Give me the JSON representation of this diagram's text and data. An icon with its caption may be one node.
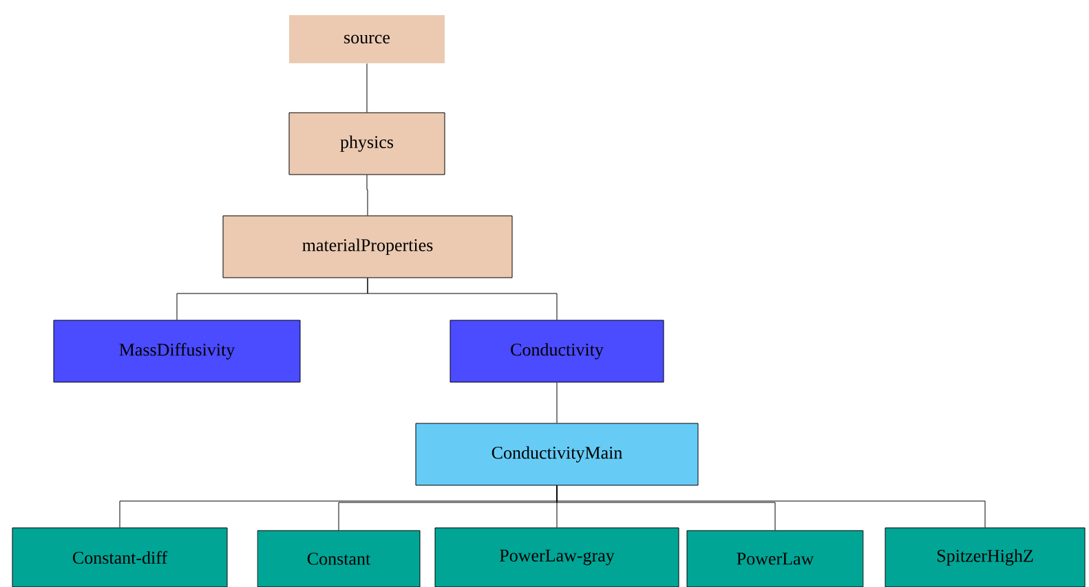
{
  "diagram": {
    "nodes": [
      {
        "text": [
          "source"
        ]
      },
      {
        "text": [
          "physics"
        ]
      },
      {
        "text": [
          "materialProperties"
        ]
      },
      {
        "text": [
          "MassDiffusivity"
        ]
      },
      {
        "text": [
          "Conductivity"
        ]
      },
      {
        "text": [
          "ConductivityMain"
        ]
      },
      {
        "text": [
          "Constant-diff"
        ]
      },
      {
        "text": [
          "Constant"
        ]
      },
      {
        "text": [
          "PowerLaw-gray"
        ]
      },
      {
        "text": [
          "PowerLaw"
        ]
      },
      {
        "text": [
          "SpitzerHighZ"
        ]
      }
    ],
    "edges": [
      {
        "from": 0,
        "to": 1,
        "arrow": "none"
      },
      {
        "from": 1,
        "to": 2,
        "arrow": "none"
      },
      {
        "from": 2,
        "to": 3,
        "arrow": "none"
      },
      {
        "from": 2,
        "to": 4,
        "arrow": "none"
      },
      {
        "from": 4,
        "to": 5,
        "arrow": "none"
      },
      {
        "from": 5,
        "to": 6,
        "arrow": "none"
      },
      {
        "from": 5,
        "to": 7,
        "arrow": "none"
      },
      {
        "from": 5,
        "to": 8,
        "arrow": "none"
      },
      {
        "from": 5,
        "to": 9,
        "arrow": "none"
      },
      {
        "from": 5,
        "to": 10,
        "arrow": "none"
      }
    ]
  }
}
